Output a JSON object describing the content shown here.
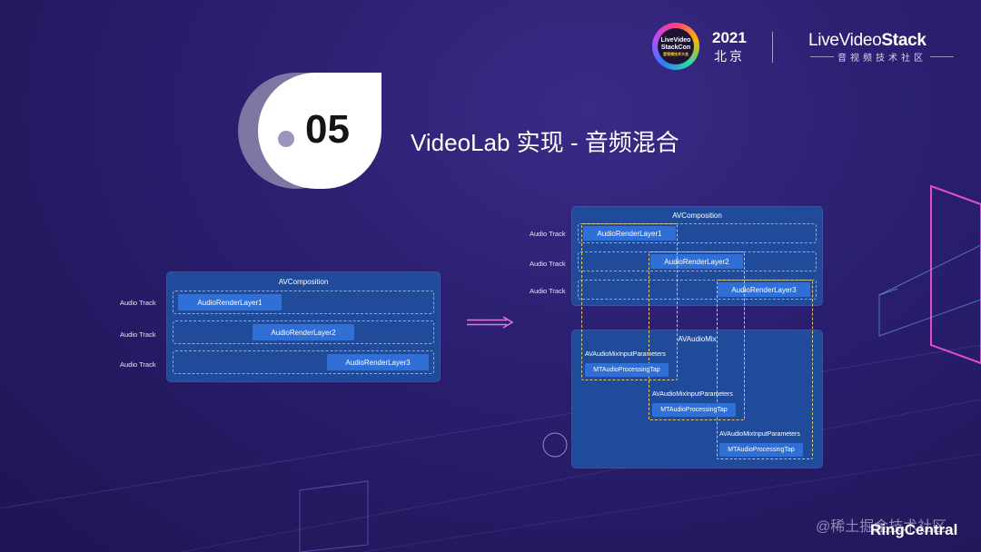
{
  "header": {
    "logo_line1": "LiveVideo",
    "logo_line2": "StackCon",
    "logo_sub": "音视频技术大会",
    "year": "2021",
    "city": "北京",
    "brand_a": "LiveVideo",
    "brand_b": "Stack",
    "brand_sub": "音视频技术社区"
  },
  "section": {
    "number": "05",
    "title": "VideoLab 实现 - 音频混合"
  },
  "left_diagram": {
    "composition": "AVComposition",
    "tracks": [
      {
        "label": "Audio Track",
        "layer": "AudioRenderLayer1"
      },
      {
        "label": "Audio Track",
        "layer": "AudioRenderLayer2"
      },
      {
        "label": "Audio Track",
        "layer": "AudioRenderLayer3"
      }
    ]
  },
  "right_diagram": {
    "composition": "AVComposition",
    "tracks": [
      {
        "label": "Audio Track",
        "layer": "AudioRenderLayer1"
      },
      {
        "label": "Audio Track",
        "layer": "AudioRenderLayer2"
      },
      {
        "label": "Audio Track",
        "layer": "AudioRenderLayer3"
      }
    ],
    "mix": "AVAudioMix",
    "params": [
      {
        "name": "AVAudioMixInputParameters",
        "tap": "MTAudioProcessingTap"
      },
      {
        "name": "AVAudioMixInputParameters",
        "tap": "MTAudioProcessingTap"
      },
      {
        "name": "AVAudioMixInputParameters",
        "tap": "MTAudioProcessingTap"
      }
    ]
  },
  "footer": {
    "watermark": "@稀土掘金技术社区",
    "brand": "RingCentral"
  },
  "colors": {
    "background": "#2a1f70",
    "panel": "#1f4b9a",
    "layer": "#2f6fd6",
    "arrow": "#e07ad8",
    "dashed_yellow": "#e0c76a"
  },
  "icons": [
    "livevideo-logo-icon",
    "right-arrow-icon"
  ]
}
